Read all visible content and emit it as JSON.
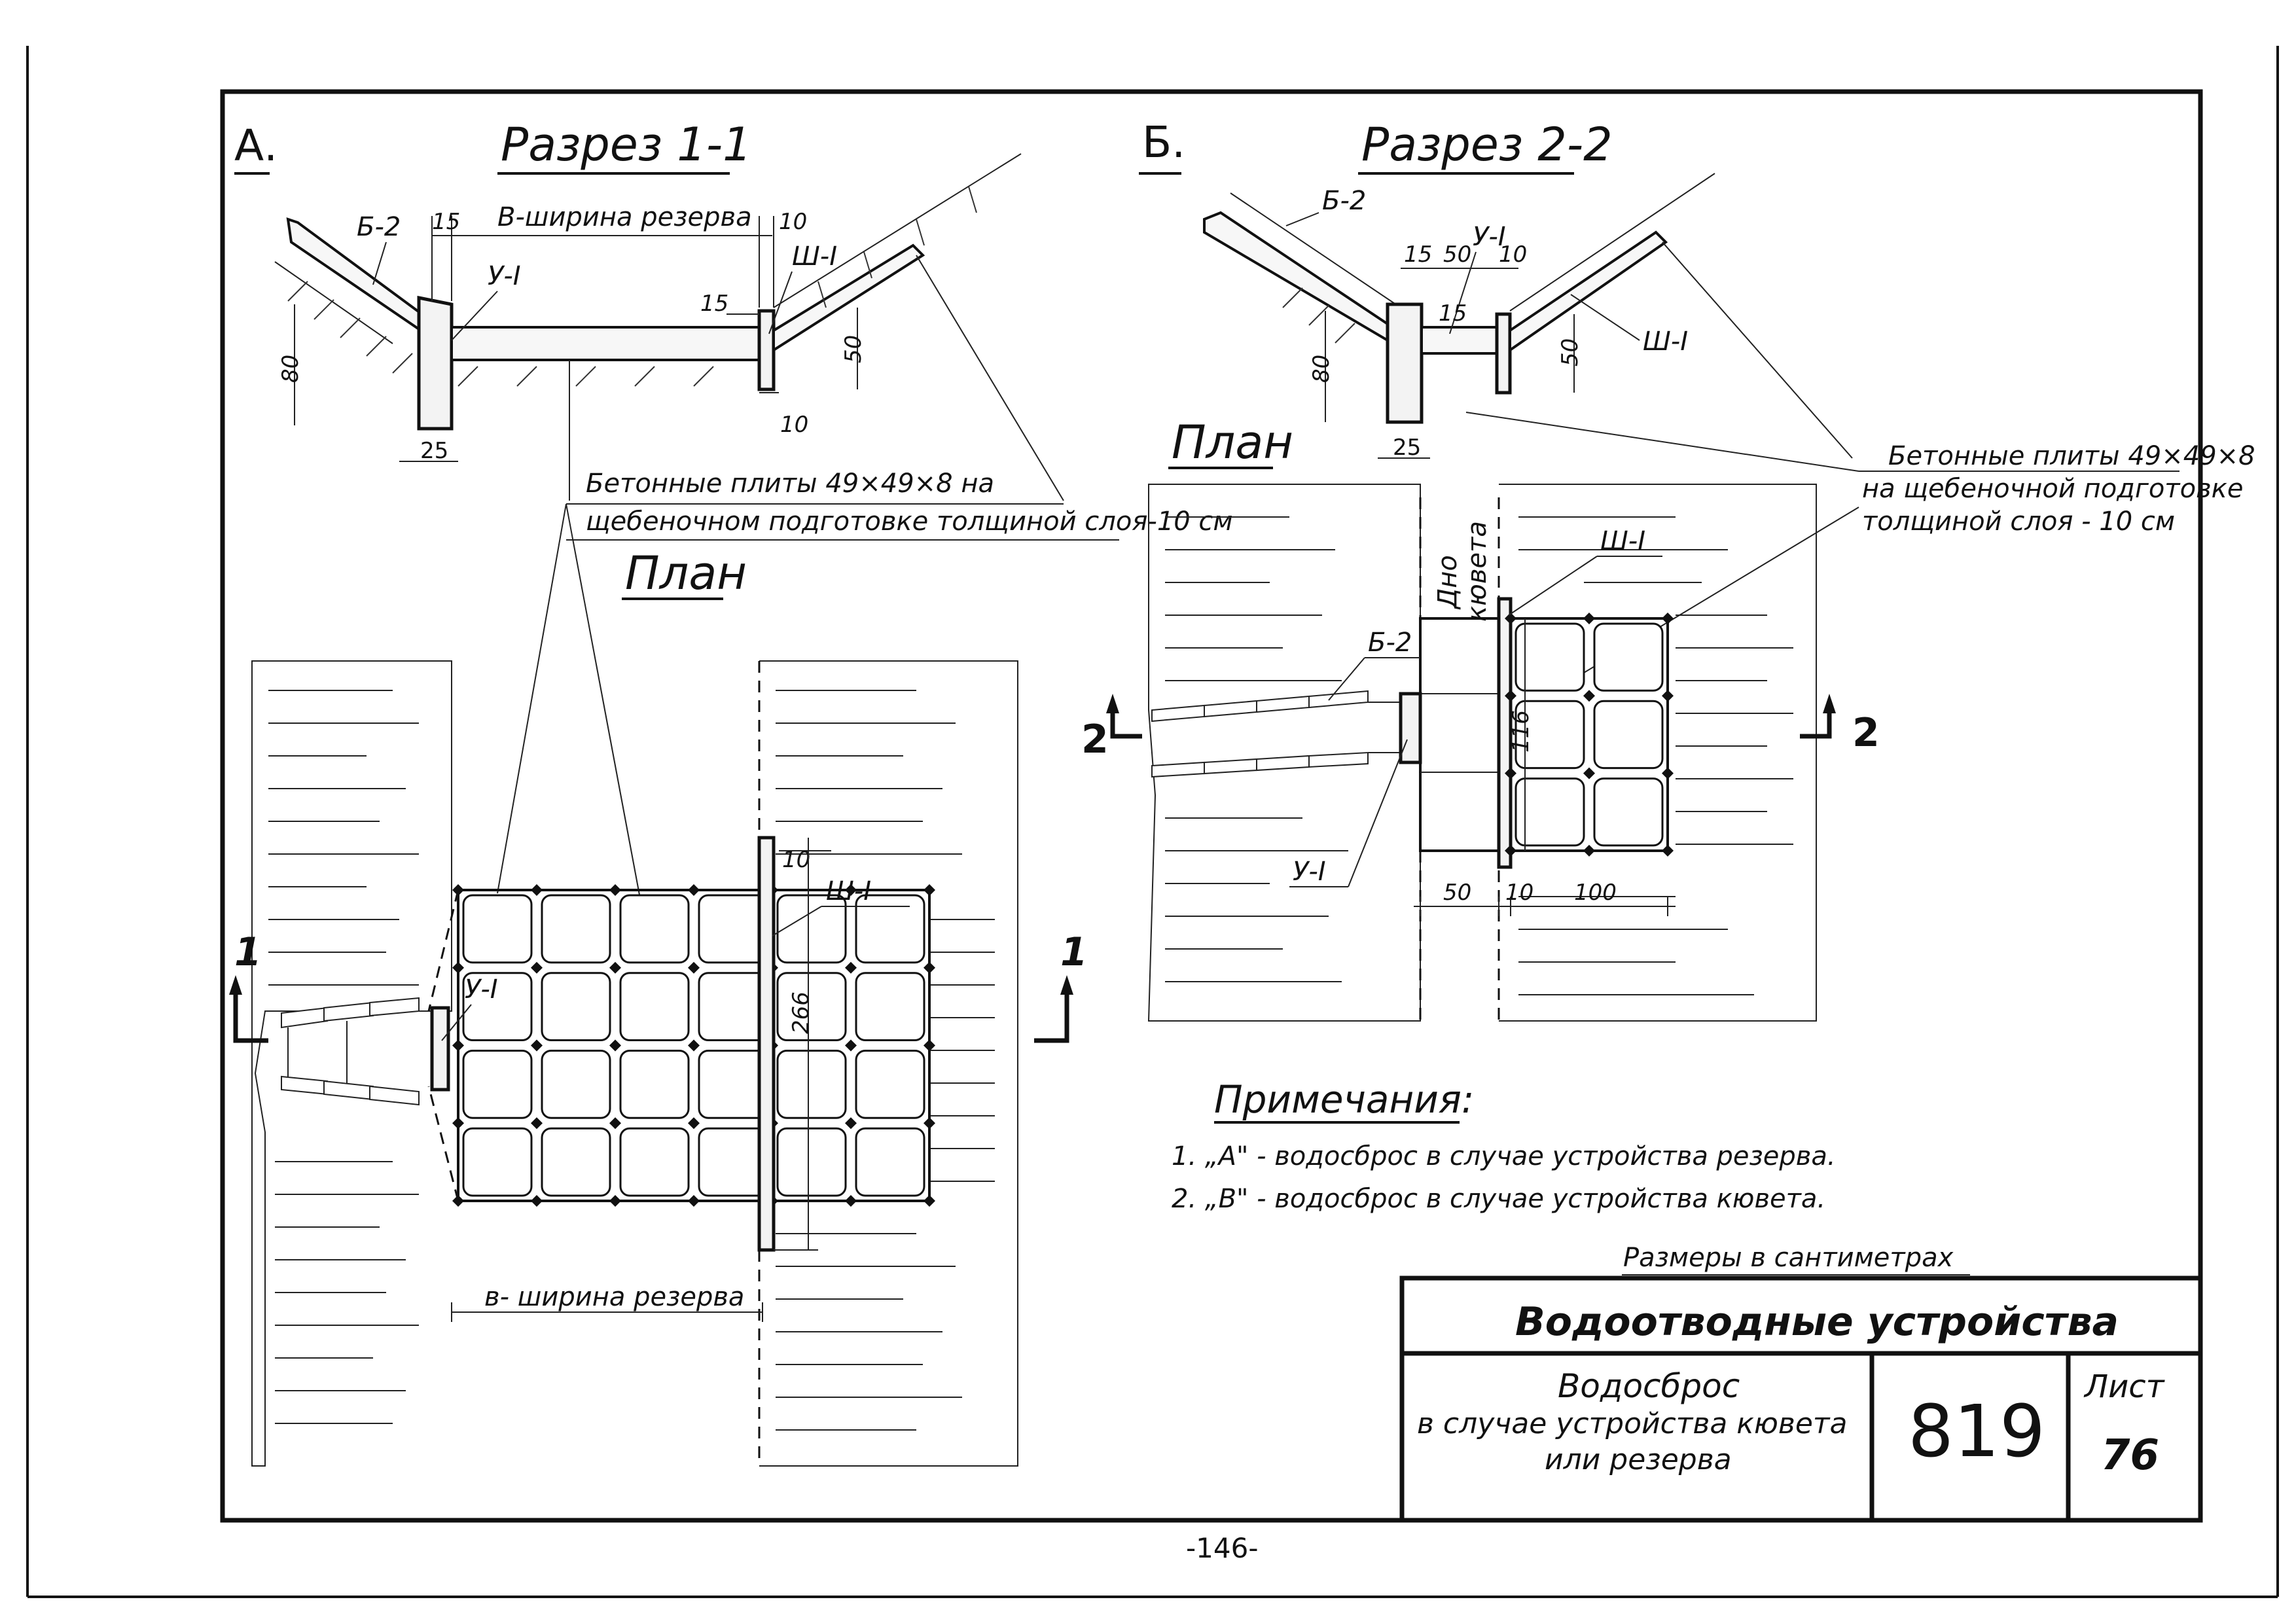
{
  "variant_a": {
    "letter": "А.",
    "section_title": "Разрез 1-1",
    "plan_title": "План",
    "labels": {
      "b2": "Б-2",
      "u1": "У-I",
      "sh1": "Ш-I",
      "reserve_width": "В-ширина резерва",
      "reserve_width_plan": "в- ширина резерва"
    },
    "dims": {
      "d15": "15",
      "d10": "10",
      "d80": "80",
      "d25": "25",
      "d50": "50",
      "d266": "266"
    },
    "plates_note": [
      "Бетонные плиты 49×49×8 на",
      "щебеночном подготовке толщиной слоя-10 см"
    ],
    "section_marks": [
      "1",
      "1"
    ]
  },
  "variant_b": {
    "letter": "Б.",
    "section_title": "Разрез 2-2",
    "plan_title": "План",
    "labels": {
      "b2": "Б-2",
      "u1": "У-I",
      "sh1": "Ш-I",
      "ditch_bottom_1": "Дно",
      "ditch_bottom_2": "кювета"
    },
    "dims": {
      "d15": "15",
      "d50": "50",
      "d10": "10",
      "d80": "80",
      "d25": "25",
      "d116": "116",
      "d100": "100"
    },
    "plates_note": [
      "Бетонные плиты 49×49×8",
      "на щебеночной подготовке",
      "толщиной слоя - 10 см"
    ],
    "section_marks": [
      "2",
      "2"
    ]
  },
  "notes": {
    "title": "Примечания:",
    "items": [
      "1.  „А\" - водосброс в случае устройства резерва.",
      "2.  „В\" - водосброс в случае устройства кювета."
    ]
  },
  "units": "Размеры в сантиметрах",
  "title_block": {
    "main": "Водоотводные устройства",
    "sub": [
      "Водосброс",
      "в случае устройства кювета",
      "или резерва"
    ],
    "number": "819",
    "sheet_label": "Лист",
    "sheet_number": "76"
  },
  "page_number": "-146-"
}
